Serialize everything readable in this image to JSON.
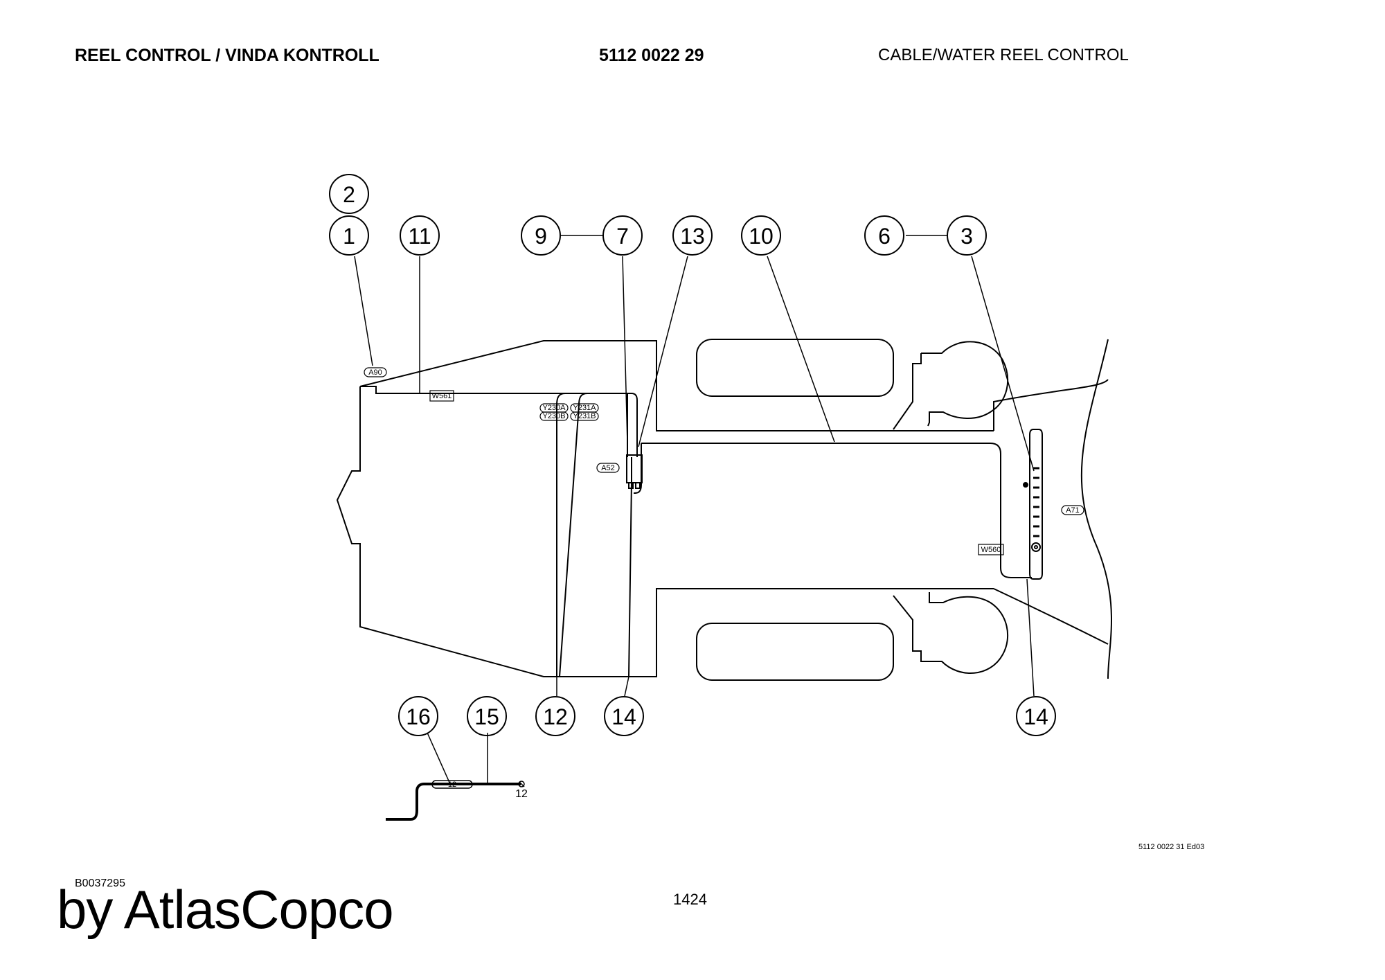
{
  "header": {
    "title": "REEL CONTROL / VINDA KONTROLL",
    "part_number": "5112 0022 29",
    "description": "CABLE/WATER REEL CONTROL"
  },
  "callouts": {
    "c1": "1",
    "c2": "2",
    "c3": "3",
    "c6": "6",
    "c7": "7",
    "c9": "9",
    "c10": "10",
    "c11": "11",
    "c12": "12",
    "c13": "13",
    "c14a": "14",
    "c14b": "14",
    "c15": "15",
    "c16": "16"
  },
  "labels": {
    "a90": "A90",
    "w561": "W561",
    "y230a": "Y230A",
    "y230b": "Y230B",
    "y231a": "Y231A",
    "y231b": "Y231B",
    "a52": "A52",
    "a71": "A71",
    "w560": "W560",
    "cable_mark": "12",
    "cable_end": "12"
  },
  "footer": {
    "drawing_ref": "5112 0022 31 Ed03",
    "image_id": "B0037295",
    "page": "1424",
    "brand": "by AtlasCopco"
  }
}
